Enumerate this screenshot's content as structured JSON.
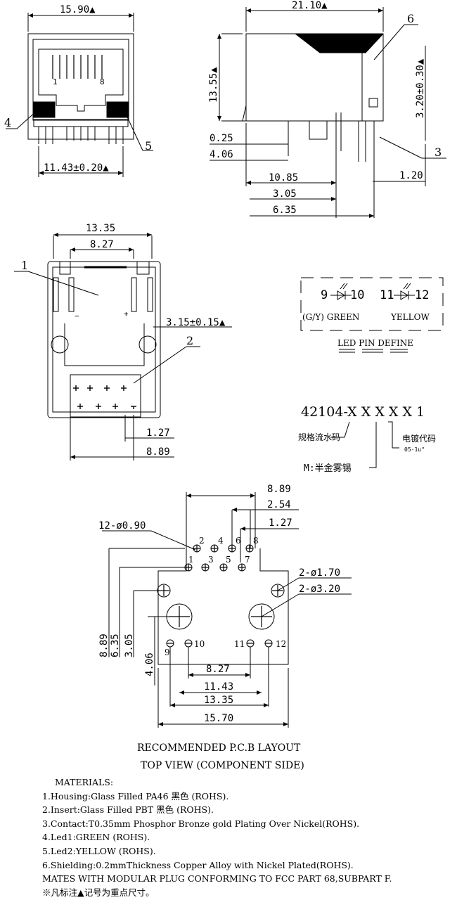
{
  "top_left": {
    "width": "15.90▲",
    "pitch": "11.43±0.20▲",
    "pin1": "1",
    "pin8": "8",
    "callout_4": "4",
    "callout_5": "5"
  },
  "top_right": {
    "length": "21.10▲",
    "height": "13.55▲",
    "side": "3.20±0.30▲",
    "d025": "0.25",
    "d406": "4.06",
    "d1085": "10.85",
    "d120": "1.20",
    "d305": "3.05",
    "d635": "6.35",
    "callout_6": "6",
    "callout_3": "3"
  },
  "bottom_view": {
    "d1335": "13.35",
    "d827": "8.27",
    "d315": "3.15±0.15▲",
    "d127": "1.27",
    "d889": "8.89",
    "callout_1": "1",
    "callout_2": "2"
  },
  "led": {
    "pins_a": "9",
    "pins_b": "10",
    "pins_c": "11",
    "pins_d": "12",
    "label_a": "(G/Y) GREEN",
    "label_b": "YELLOW",
    "caption": "LED PIN DEFINE"
  },
  "part": {
    "number": "42104-X X X X X 1",
    "spec_label": "规格流水码",
    "plating_label": "电镀代码",
    "plating_sub": "05-1u\"",
    "m_label": "M:半金雾锡"
  },
  "pcb": {
    "d889": "8.89",
    "d254": "2.54",
    "d127": "1.27",
    "holes_small": "12-ø0.90",
    "holes_mid": "2-ø1.70",
    "holes_big": "2-ø3.20",
    "v889": "8.89",
    "v635": "6.35",
    "v305": "3.05",
    "v406": "4.06",
    "h827": "8.27",
    "h1143": "11.43",
    "h1335": "13.35",
    "h1570": "15.70",
    "pins": [
      "1",
      "2",
      "3",
      "4",
      "5",
      "6",
      "7",
      "8",
      "9",
      "10",
      "11",
      "12"
    ],
    "title_1": "RECOMMENDED P.C.B LAYOUT",
    "title_2": "TOP VIEW (COMPONENT SIDE)"
  },
  "notes": {
    "header": "MATERIALS:",
    "lines": [
      "1.Housing:Glass Filled PA46 黑色 (ROHS).",
      "2.Insert:Glass Filled PBT 黑色 (ROHS).",
      "3.Contact:T0.35mm Phosphor Bronze gold Plating Over Nickel(ROHS).",
      "4.Led1:GREEN (ROHS).",
      "5.Led2:YELLOW (ROHS).",
      "6.Shielding:0.2mmThickness Copper Alloy with Nickel Plated(ROHS).",
      "MATES WITH MODULAR PLUG CONFORMING TO FCC PART 68,SUBPART F.",
      "※凡标注▲记号为重点尺寸。"
    ]
  }
}
